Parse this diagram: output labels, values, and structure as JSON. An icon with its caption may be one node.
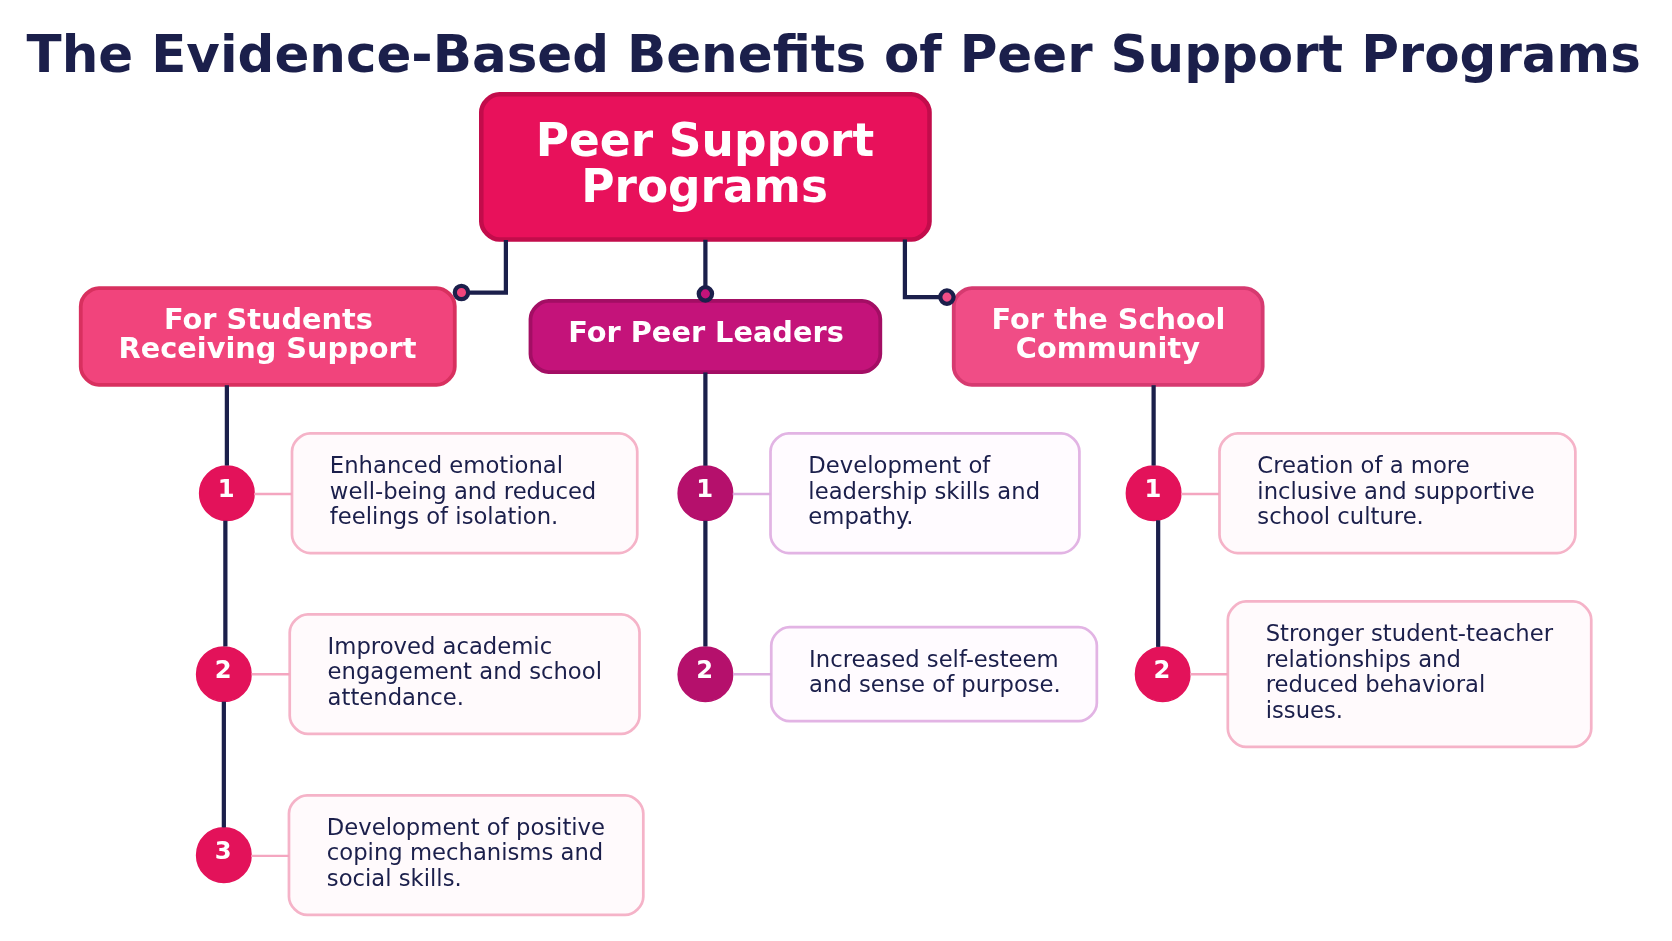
{
  "diagram": {
    "title": "The Evidence-Based Benefits of Peer Support Programs",
    "nodes": [
      {
        "text": [
          "Peer Support Programs"
        ]
      },
      {
        "text": [
          "For Students Receiving Support"
        ]
      },
      {
        "text": [
          "For Peer Leaders"
        ]
      },
      {
        "text": [
          "For the School Community"
        ]
      },
      {
        "text": [
          "1"
        ]
      },
      {
        "text": [
          "Enhanced emotional well-being and reduced feelings of isolation."
        ]
      },
      {
        "text": [
          "2"
        ]
      },
      {
        "text": [
          "Improved academic engagement and school attendance."
        ]
      },
      {
        "text": [
          "3"
        ]
      },
      {
        "text": [
          "Development of positive coping mechanisms and social skills."
        ]
      },
      {
        "text": [
          "1"
        ]
      },
      {
        "text": [
          "Development of leadership skills and empathy."
        ]
      },
      {
        "text": [
          "2"
        ]
      },
      {
        "text": [
          "Increased self-esteem and sense of purpose."
        ]
      },
      {
        "text": [
          "1"
        ]
      },
      {
        "text": [
          "Creation of a more inclusive and supportive school culture."
        ]
      },
      {
        "text": [
          "2"
        ]
      },
      {
        "text": [
          "Stronger student-teacher relationships and reduced behavioral issues."
        ]
      }
    ],
    "edges": [
      {
        "from": 0,
        "to": 1,
        "arrow": "other"
      },
      {
        "from": 0,
        "to": 2,
        "arrow": "other"
      },
      {
        "from": 0,
        "to": 3,
        "arrow": "other"
      },
      {
        "from": 1,
        "to": 4,
        "arrow": "none"
      },
      {
        "from": 4,
        "to": 5,
        "arrow": "none",
        "color": "#f4a6c0"
      },
      {
        "from": 4,
        "to": 6,
        "arrow": "none"
      },
      {
        "from": 6,
        "to": 7,
        "arrow": "none",
        "color": "#f4a6c0"
      },
      {
        "from": 6,
        "to": 8,
        "arrow": "none"
      },
      {
        "from": 8,
        "to": 9,
        "arrow": "none",
        "color": "#f4a6c0"
      },
      {
        "from": 2,
        "to": 10,
        "arrow": "none"
      },
      {
        "from": 10,
        "to": 11,
        "arrow": "none",
        "color": "#dcaee0"
      },
      {
        "from": 10,
        "to": 12,
        "arrow": "none"
      },
      {
        "from": 12,
        "to": 13,
        "arrow": "none",
        "color": "#dcaee0"
      },
      {
        "from": 3,
        "to": 14,
        "arrow": "none"
      },
      {
        "from": 14,
        "to": 15,
        "arrow": "none",
        "color": "#f4a6c0"
      },
      {
        "from": 14,
        "to": 16,
        "arrow": "none"
      },
      {
        "from": 16,
        "to": 17,
        "arrow": "none",
        "color": "#f4a6c0"
      }
    ]
  }
}
